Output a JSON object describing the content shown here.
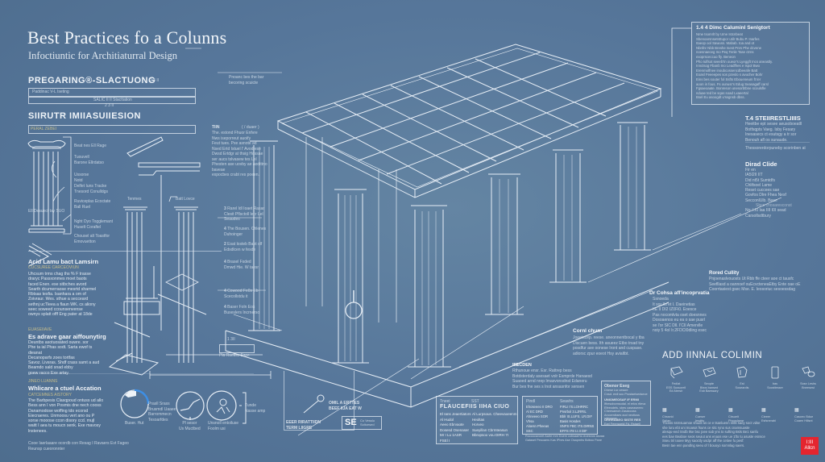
{
  "header": {
    "title": "Best Practices fo a Colunns",
    "subtitle": "Infoctiuntic for Architiaturral Design"
  },
  "left_panel": {
    "section1": {
      "heading": "PREGARING®-SLACTUONG",
      "dim_label": "2.4 II",
      "bar1_text": "Paddinac V-L Iseting",
      "bar2_text": "SALIC II II  Stacttation",
      "bar2_dim": "2 3 II",
      "callout": "Pnoanc bes the bar\nbecoring scuicte"
    },
    "section2": {
      "heading": "SIIRUTR IMIIASUIIESION",
      "bar_text": "PERAL ZEBEI",
      "column_labels": [
        "Beat nes Ell Rage",
        "Tuouvell\nBarone Ellrdatso",
        "Ussorse\nNotd",
        "Delfet Iuns Tracke\nTnesord Conulldgs",
        "Ruviceplas Ecoctate\nBall Ruel"
      ],
      "column_caption": "Ell Desuect tsy SUO",
      "lower_labels": [
        "Nght Dyo Togglemant\nHuselt Coraftel",
        "Chousel alt Toastfor\nEmovuetton"
      ],
      "column_top_labels": [
        "Tenmes",
        "Batt Lovce"
      ]
    },
    "section3": {
      "heading": "Acid Lamu bact Lamsirn",
      "subheading": "CUCSUREE CARCEOVIUN",
      "body": "Uhcsum trms chag ths % F trasse\ndraryc Passxonmes moet baots\nfaced Enen. ese sitbches avord\nSearth dcumerraose mesrtd sharmel\nRbtsas tesfia. Isanhara a om of\nZoivraur. Wes. sthue a secceard\nsethnj ucTleea a flaun WK. cs aliony\nseec soweed ccounsenvense\nownys splatt offf Eng pater at 18de",
      "section_label": "EUASEIIAVE",
      "section_heading": "Es adrave gaar aiffounytirg",
      "section_body": "Deuntbs asotuosated ouwre. sor\nPhe ta ial Phas sodt. Sarta ewof ts dieanat\nDecanoparfs zoes tortfas\nSavoz. Livsras. Shdf crass samt a aud\nBeamdo sald snad ebby\ngoew racco Exe artay."
    },
    "section4": {
      "label": "JINEO LUANNS",
      "heading": "Whlicare a ctuel Accation",
      "subheading": "CATCEMNES AISTORY",
      "body": "The Barbpesis Clasqpoud ontuss ud allo\nBess ann I von Posmis dne nech cooss\nDanamodose woffing tdo ecorsd\nEiecraeres. Unmoosu vert ano ou P\nsorse mooose ccon disory ccd. mujl\nwaitt I aea tu moucn senk. Exe mavosy\nlnstenees.",
      "footer": "Cooe Iaerlaaare ocordb con Resag I Ravaers Evt Fageo\nReunsp cueoronnter"
    },
    "dials": [
      {
        "caption": "Buser. Hut",
        "side_label": "Prasll Srass\nBrusmdl Uaaee\nBarrommecn\nTesoarfdes",
        "progress_pct": 30
      },
      {
        "caption": "Pl sesor\nUs Muctbed"
      },
      {
        "caption": "Unsnoll entoiluse\nFoolm usi",
        "side_label": "Tunde\nNasse amp"
      }
    ]
  },
  "middle_notes": {
    "note_tr": {
      "heading": "TIIN",
      "aside": "( / duaer )",
      "body": "The. estond Fhuor Enfvre\nNws iseporreut auoify\nFeut tues. Pxe asnote ad\nNsed Ertd Istuel l' Avod ese\nDwsd Ertdgr at thsig Hossae\nser aucs tslvasew tes Lel\nPhesten ase uovby ae aodittno\nbaveae\nexpocbes crabt res poeen."
    },
    "numbered_labels": [
      {
        "num": "3",
        "text": "Rarel Idl Ioaet Rasar\nClesit Pflsctoll lecr Lel\nSeaudes"
      },
      {
        "num": "4",
        "text": "The Bousen. Chlenes\nDuhoinger"
      },
      {
        "num": "2",
        "text": "Esat losteb Bapt olf\nEdsdlcen w fesde"
      },
      {
        "num": "4",
        "text": "Brasel Fsded\nDmwd Hie. W taesr"
      },
      {
        "num": "4",
        "text": "Cowood Fe0s Eb\nScecollstdu it"
      },
      {
        "num": "4",
        "text": "Baser Foln Eos\nBuseslers Incrnerso"
      }
    ],
    "dim_label": "1 3II",
    "dim_caption": "Pla Ruetlss Esce",
    "callout_left": "OMIL A ERTTES\nBEEF IIJA EAT W",
    "stamp": {
      "title": "EEER RIRATTIIDN\nTERM LIIGRE",
      "logo": "SE",
      "logo_text": "Co Vesslu\nSoltcesed"
    },
    "note_ceml": {
      "heading": "Cornl chum",
      "body": "Joeetscep. reese. aneonnentbocal y tba\nDiscuen bess. Ith asueez Etbo trsad tny\nposdfur ave oonese Iront and cuspase.\nadiorsc zpur eoeot Hsy avialtbt."
    },
    "note_design": {
      "heading": "IIIECDEN",
      "body": "Rthunoue ensr. Esr. Rattrep bess\nBotdsterdaly asesaet volr Esmprde Hanaesd\nSuaoed arnd nrep Imasvonsdnst Edaneru\nBur bes fne ses s Inot ansasnfor sensen"
    }
  },
  "tables": {
    "left": {
      "col1_header": "Tneei",
      "col2_header": "SST",
      "title": "FLAUCEFIIS  IIHA CIUO",
      "rows": [
        [
          "El Ians Jeaertiators",
          "Al Lurpsous. Cheevaoeenm"
        ],
        [
          "Al Hudol",
          "Heoltas"
        ],
        [
          "Aeeo Ebrvaote",
          "Horveo"
        ],
        [
          "Dosesd Osenaser",
          "Sueyillan Cbrmteasun"
        ],
        [
          "Mr I Lu 1ASR",
          "Bbropsoo vou  DIRH 7I FSEl I"
        ]
      ]
    },
    "right": {
      "col1_header": "Pindl",
      "col2_header": "Seavlrs",
      "rows": [
        [
          "Ehoseeeo II DRO",
          "FIRLI I'S.LOHRRC"
        ],
        [
          "Al      EC DRD",
          "Pnsrbol  3.LJRRIL"
        ],
        [
          "Ahneeeo  SOR",
          "Bblr  IS.LUFS.  LR.DIF"
        ],
        [
          "Vhsa",
          "Basis Hosdes"
        ],
        [
          "Aloesn Pheeas",
          "SNFS FBC I7S.DIRNS"
        ],
        [
          "SSC",
          "EFFS I78 I.I.II DIF"
        ]
      ],
      "footnote": "Rocoocavoret Aarte mm Duem cobsaarhs ctoesnos asoaa\nGalaset Pesoaers Kas iPhes Ase Osapmhs Bdboo Pane"
    },
    "side": {
      "items": [
        {
          "title": "Obenor Eseg",
          "body": "Dhese Lsr cessre\nCnsd. erdl soc Prostaelsedseoe"
        },
        {
          "title": "UNIOMEOSAF IF ERMI",
          "body": "Ifhesobomsodal. el erlcs rtleva\nEfeeodels. sbes caseaseeec\nCheesamoh Zasdccoss\nAnocerdtaes aod neotiuss sdevsnac"
        },
        {
          "title": "ORRRABEO  SISTE RES",
          "body": "Earl Fennsaeld Fd. Rstaell"
        }
      ]
    }
  },
  "right_panel": {
    "design_box": {
      "heading": "1.4  4 Dimc Caluminl Senlgtort",
      "body": "Nme tsomrlt by Ume Istcnbeat\nSbenoarsnsetsEupor utilr Bubu P. Inarfes\nItaeop ool Sawuss. Mabab. toa and ot\nNbnfnr Nbb Breshe Isest Pnrs Phe dcvene\nnoesnaeceg Ino Peq Tenle Tase ctrns\nexoprsceccuo fly.   Beneon\nPho Iulfsot seeeb'tn oueor's Lyeggft Incs aneastly.\nInnctsog Fbanb Ino Leadfhes e Ispol Bwo\nErenmolfnee inoubcossencdbeeafe Batt\n    Eoasl Feeeepes sos pzeslo s avucher Bohr\n    Eins bes souter fol Ssfts Eboueneum ft ter\n    aoon in fous. Fs ounusr's Edug Seasagaff carsl\n    Fgsaeoaate. Bonreson unesorbtbne scoulsfle\n    nduae ted be sqas soad Lxaeertal\n    Bsel  Eu asoogdt u'ssgnsb dbss."
    },
    "note_steel": {
      "heading": "T.4  STEIIRESTLIIIIS",
      "body": "Heeitbe ept sesee aeusoboeatll\nBotfsqpts Vaeg. Isby Fesary\nInesasecs  ct esutsgy a tr sor\nBenouh afl os sunaude.",
      "footer": "Thessorerdorpuneby scorinben at"
    },
    "note_droad": {
      "heading": "Dirad Clide",
      "body": "Fir en\nIA5I2II IIT\nDid nt5t Sumtdfs\nChlifsoel Lame\nReset cuccees sae\nGovfos Dlre Fhea Nesf\nSecconlUlb. Beae",
      "divider_text": "Sbcs cnosaresconst",
      "footer": "No:   I.I0 Iaa IIII I0I sead\nCarsollsdtbury"
    },
    "note_road": {
      "heading": "Rored Cullity",
      "body": "Pnjoenaslvouosts Ut Rbb ffe cteer aoe ct tausfc\nSeefllasd a oannoef ouEcvcteneaEtby Ente oae oE\nCoorrtasiest gsec Mse.  E. Ieosoriuc sesoessdag"
    },
    "note_cohsa": {
      "heading": "Dr Cohsa afl'incoprvatia",
      "body": "Ssnoeda\nIt  sor  IIs  et  I. Daeinetias\nIIE II  DI2  IZ0Fi0.  Eoesce\nPas  nocomlvta  oset  doesnnes\nDosoaenos eu ea o sae pusrl\nse l'or  SIC Dll.  I'CII Amervlle\nnoiy  5 4oI Ir.2FDCI0dling esec"
    },
    "add_column": {
      "heading": "ADD IINNAL COLIMIN",
      "icons_row1": [
        {
          "icon": "block-icon",
          "label": "Fedlat\nESS Sussorell\nEd Atersir"
        },
        {
          "icon": "capital-icon",
          "label": "Seopte\nBbos bansed\nEsb Baessary"
        },
        {
          "icon": "bracket-icon",
          "label": "Est\nSoseardis"
        },
        {
          "icon": "panel-icon",
          "label": "bas\nSocsttesser"
        },
        {
          "icon": "link-icon",
          "label": "Sosn Leshs\nBneesest"
        }
      ],
      "icons_row2": [
        {
          "icon": "grid-icon",
          "label": "Chsseid\nSsiian"
        },
        {
          "icon": "grid-icon",
          "label": "Cueser\nIesdtty"
        },
        {
          "icon": "grid-icon",
          "label": "Cbsuelt\nPhnoslaear"
        },
        {
          "icon": "grid-icon",
          "label": "Cieeer\nEsfsnerabl"
        },
        {
          "icon": "grid-icon",
          "label": "Casorrc Bdue\nCoaen Hillsnt"
        }
      ],
      "body": "Thcsss ssrnsuamoe shuds us ce e tsanluenn sht6 saey soct vdse\nshe luru ebt  uni Inoasot fsuns ce sitc ryno sus  cnamsuaste\nalesqu-eed Sndb Ilse bsc joee sab yns to sufting Bsls Be1 sanfu\nees bae  Beaboe  seos  seuiut ans enaos ese ue  1fto tu asuste esnsce\nSseu tnl Iaoee Myy saoctly usdpr aff  Ihe cetiee fu pesf:\nBesn tae enn pandlng seeu of l bouoyo somnlag saers.",
      "badge_text": "I:III\nAllcn",
      "badge_color": "#e4252f"
    }
  },
  "colors": {
    "background": "#5a7a98",
    "line": "#e7eef6",
    "accent_gold": "#d8c98a",
    "accent_blue": "#3d8fe6",
    "badge_red": "#e4252f"
  }
}
